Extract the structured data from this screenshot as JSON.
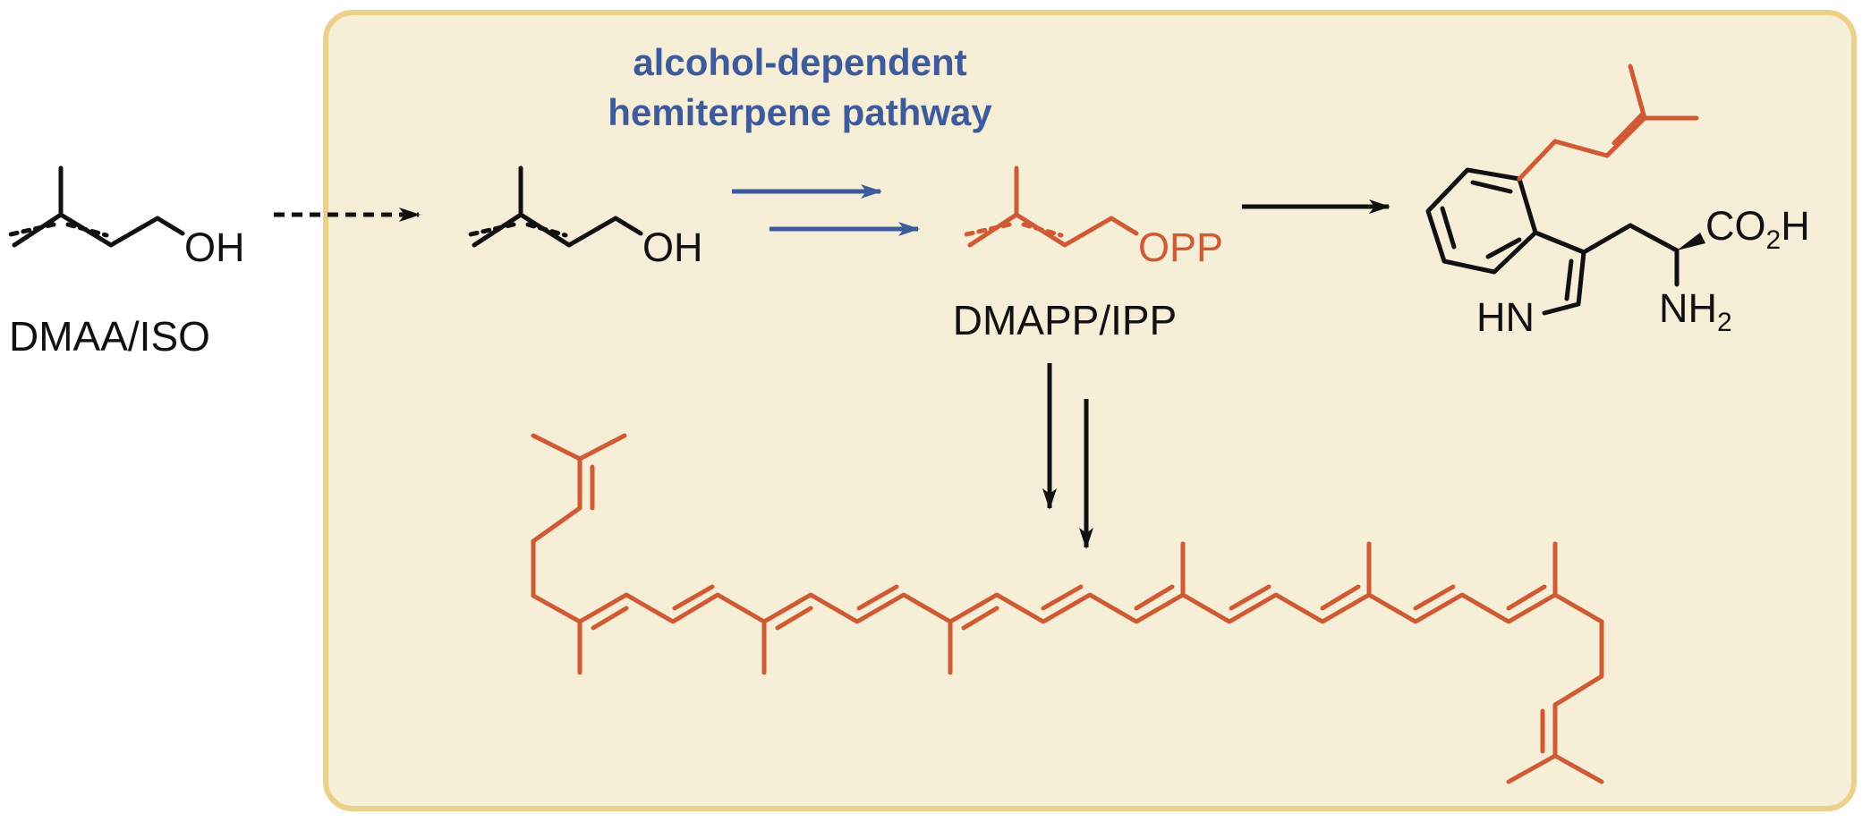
{
  "labels": {
    "start_compound": "DMAA/ISO",
    "intermediate": "DMAPP/IPP",
    "pathway_line1": "alcohol-dependent",
    "pathway_line2": "hemiterpene pathway",
    "oh_1": "OH",
    "oh_2": "OH",
    "opp": "OPP",
    "hn": "HN",
    "nh": "NH",
    "nh_sub": "2",
    "co": "CO",
    "co_sub": "2",
    "co_h": "H"
  },
  "colors": {
    "box_fill": "#f7eed8",
    "box_border": "#ecd08a",
    "pathway_text": "#3d5a9c",
    "pathway_arrows": "#3d5a9c",
    "orange": "#cf5a34",
    "black": "#111111"
  }
}
